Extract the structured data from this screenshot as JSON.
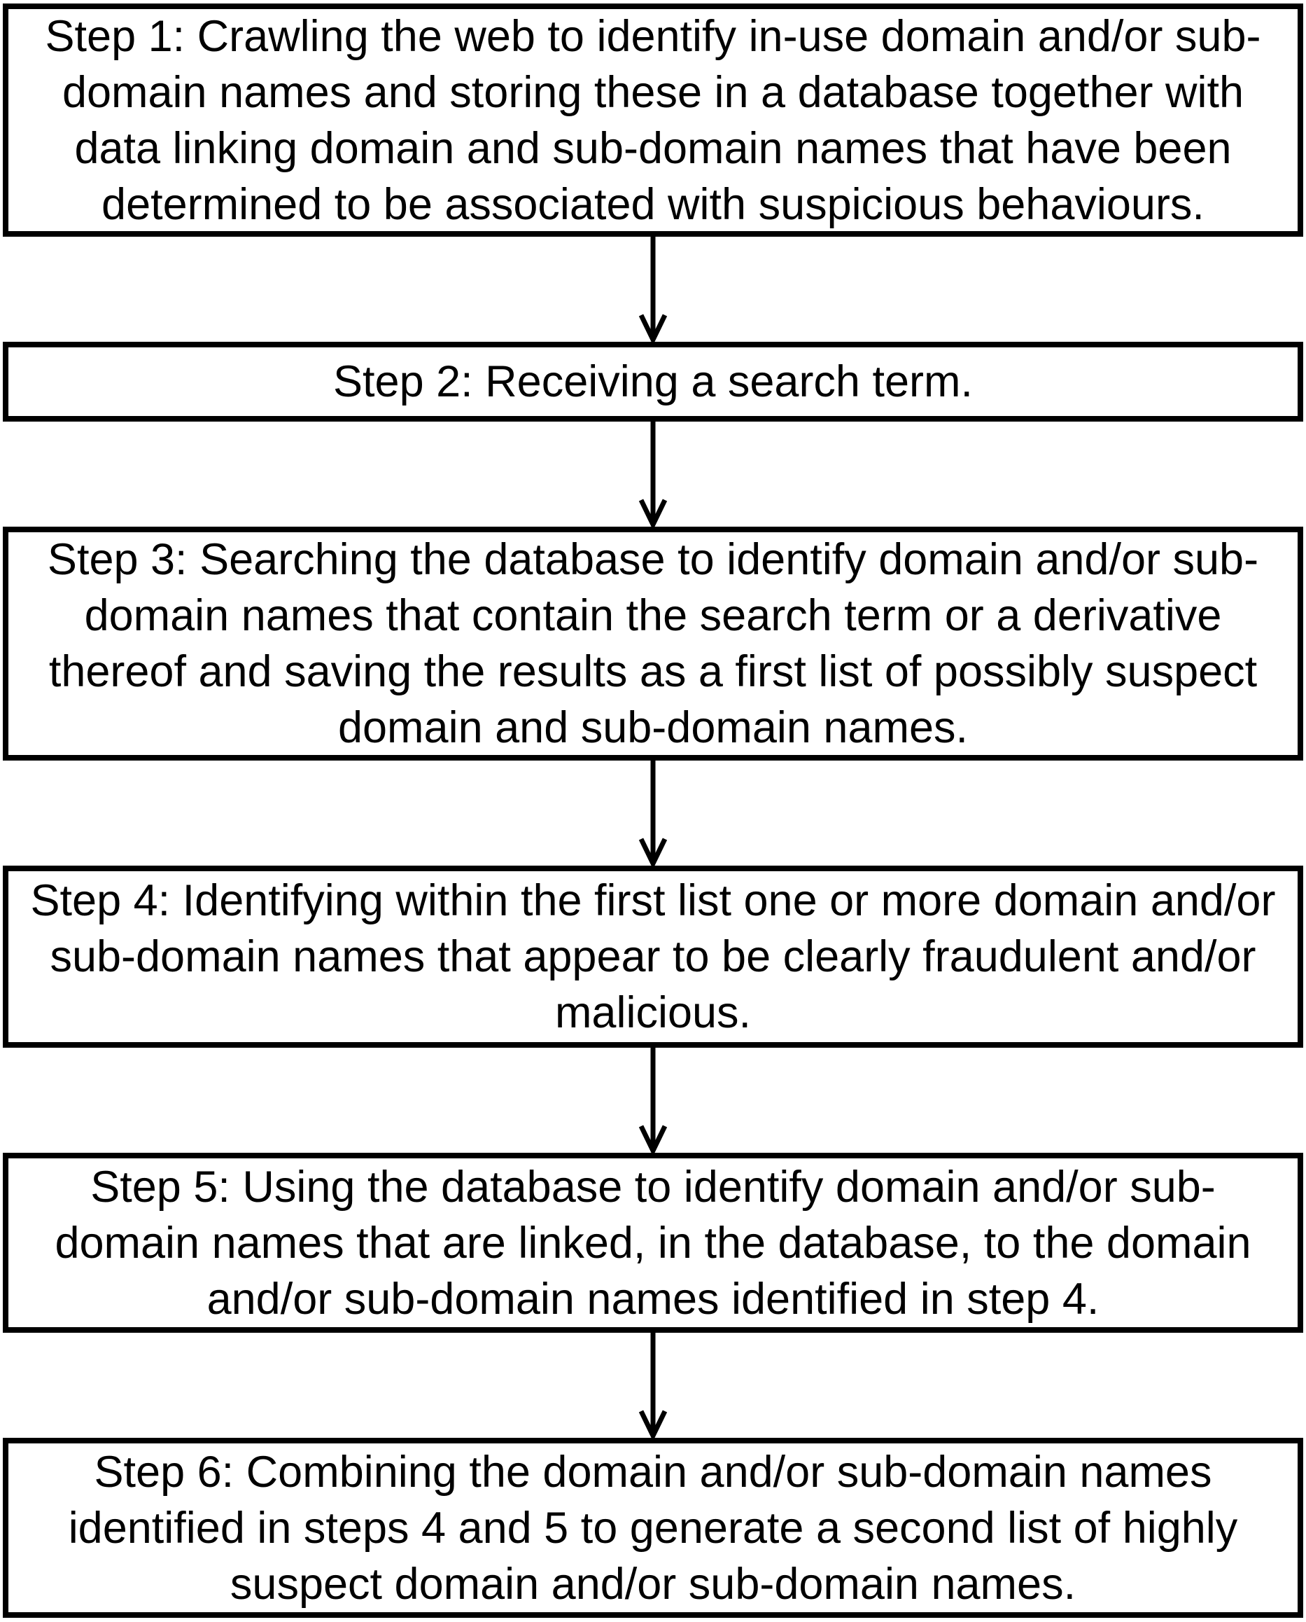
{
  "figure": {
    "type": "flowchart",
    "orientation": "vertical",
    "colors": {
      "line": "#000000",
      "background": "#ffffff",
      "text": "#000000"
    },
    "steps": [
      {
        "id": 1,
        "text": "Step 1: Crawling the web to identify in-use domain and/or sub-domain names and storing these in a database together with data linking domain and sub-domain names that have been determined to be associated with suspicious behaviours."
      },
      {
        "id": 2,
        "text": "Step 2: Receiving a search term."
      },
      {
        "id": 3,
        "text": "Step 3: Searching the database to identify domain and/or sub-domain names that contain the search term or a derivative thereof and saving the results as a first list of possibly suspect domain and sub-domain names."
      },
      {
        "id": 4,
        "text": "Step 4: Identifying within the first list one or more domain and/or sub-domain names that appear to be clearly fraudulent and/or malicious."
      },
      {
        "id": 5,
        "text": "Step 5: Using the database to identify domain and/or sub-domain names that are linked, in the database, to the domain and/or sub-domain names identified in step 4."
      },
      {
        "id": 6,
        "text": "Step 6: Combining the domain and/or sub-domain names identified in steps 4 and 5 to generate a second list of highly suspect domain and/or sub-domain names."
      }
    ]
  }
}
